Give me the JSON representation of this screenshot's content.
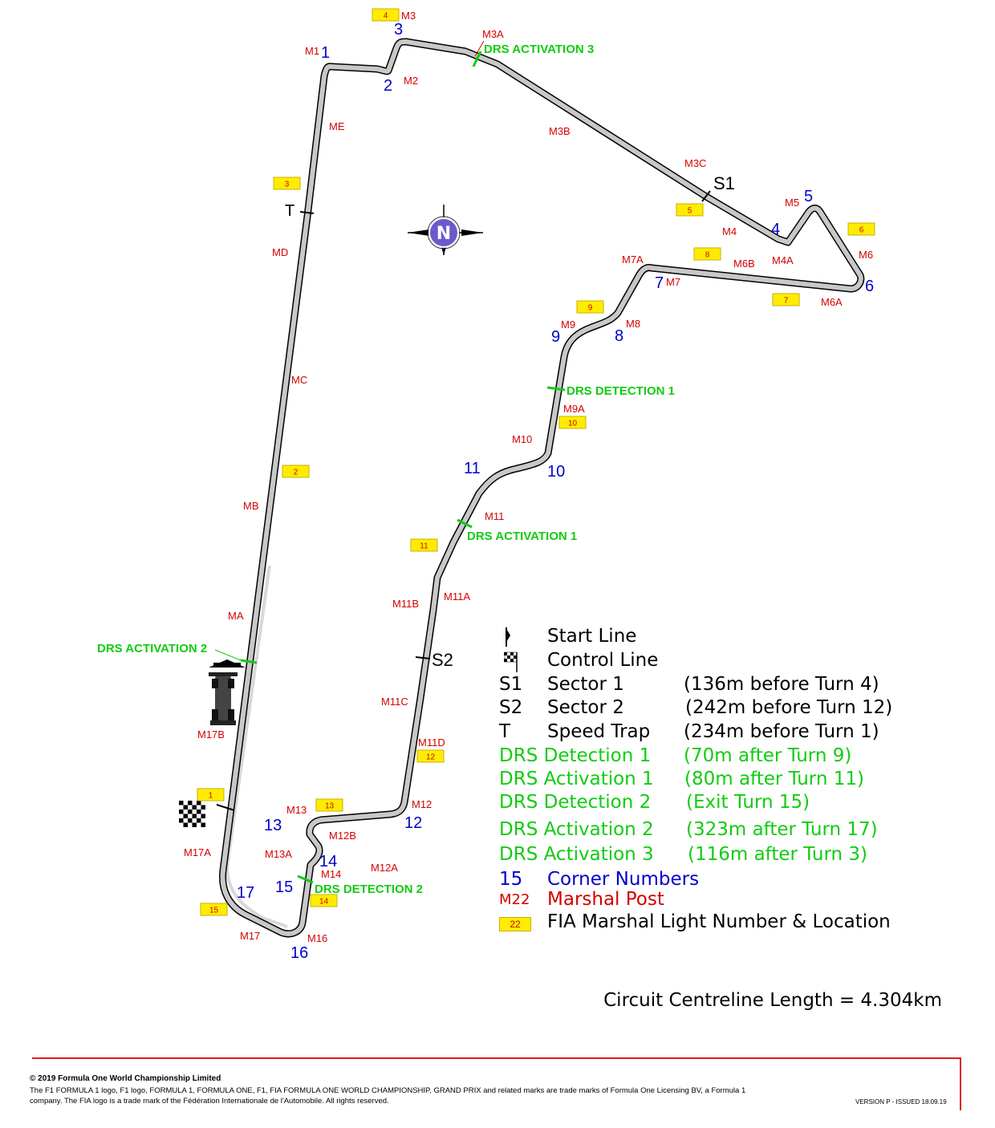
{
  "colors": {
    "track": "#c8c8c8",
    "track_edge": "#000000",
    "corner": "#0000cc",
    "marshal": "#d40000",
    "drs": "#11cc11",
    "light_fill": "#ffec00"
  },
  "corners": [
    "1",
    "2",
    "3",
    "4",
    "5",
    "6",
    "7",
    "8",
    "9",
    "10",
    "11",
    "12",
    "13",
    "14",
    "15",
    "16",
    "17"
  ],
  "marshal_posts": [
    "M1",
    "M2",
    "M3",
    "M3A",
    "M3B",
    "M3C",
    "M4",
    "M4A",
    "M5",
    "M6",
    "M6A",
    "M6B",
    "M7",
    "M7A",
    "M8",
    "M9",
    "M9A",
    "M10",
    "M11",
    "M11A",
    "M11B",
    "M11C",
    "M11D",
    "M12",
    "M12A",
    "M12B",
    "M13",
    "M13A",
    "M14",
    "M16",
    "M17",
    "M17A",
    "M17B",
    "MA",
    "MB",
    "MC",
    "MD",
    "ME"
  ],
  "marshal_lights": [
    "1",
    "2",
    "3",
    "4",
    "5",
    "6",
    "7",
    "8",
    "9",
    "10",
    "11",
    "12",
    "13",
    "14",
    "15"
  ],
  "drs_labels": [
    "DRS ACTIVATION 3",
    "DRS DETECTION 1",
    "DRS ACTIVATION 1",
    "DRS ACTIVATION 2",
    "DRS DETECTION 2"
  ],
  "markers": {
    "s1": "S1",
    "s2": "S2",
    "t": "T"
  },
  "compass_icon": "compass-icon",
  "legend": {
    "start_line": "Start Line",
    "control_line": "Control Line",
    "s1_code": "S1",
    "s1_name": "Sector 1",
    "s1_note": "(136m before Turn 4)",
    "s2_code": "S2",
    "s2_name": "Sector 2",
    "s2_note": "(242m before Turn 12)",
    "t_code": "T",
    "t_name": "Speed Trap",
    "t_note": "(234m before Turn 1)",
    "drs_det1": "DRS Detection 1",
    "drs_det1_note": "(70m after Turn 9)",
    "drs_act1": "DRS Activation 1",
    "drs_act1_note": "(80m after Turn 11)",
    "drs_det2": "DRS Detection 2",
    "drs_det2_note": "(Exit Turn 15)",
    "drs_act2": "DRS Activation 2",
    "drs_act2_note": "(323m after Turn 17)",
    "drs_act3": "DRS Activation 3",
    "drs_act3_note": "(116m after Turn 3)",
    "corner_code": "15",
    "corner_name": "Corner Numbers",
    "marshal_code": "M22",
    "marshal_name": "Marshal Post",
    "light_code": "22",
    "light_name": "FIA Marshal Light Number & Location"
  },
  "centreline": "Circuit Centreline Length = 4.304km",
  "footer": {
    "copyright": "© 2019 Formula One World Championship Limited",
    "trademark": "The F1 FORMULA 1 logo, F1 logo, FORMULA 1, FORMULA ONE, F1, FIA FORMULA ONE WORLD CHAMPIONSHIP, GRAND PRIX and related marks are trade marks of Formula One Licensing BV, a Formula 1 company. The FIA logo is a trade mark of the Fédération Internationale de l'Automobile. All rights reserved.",
    "version": "VERSION P - ISSUED 18.09.19"
  }
}
